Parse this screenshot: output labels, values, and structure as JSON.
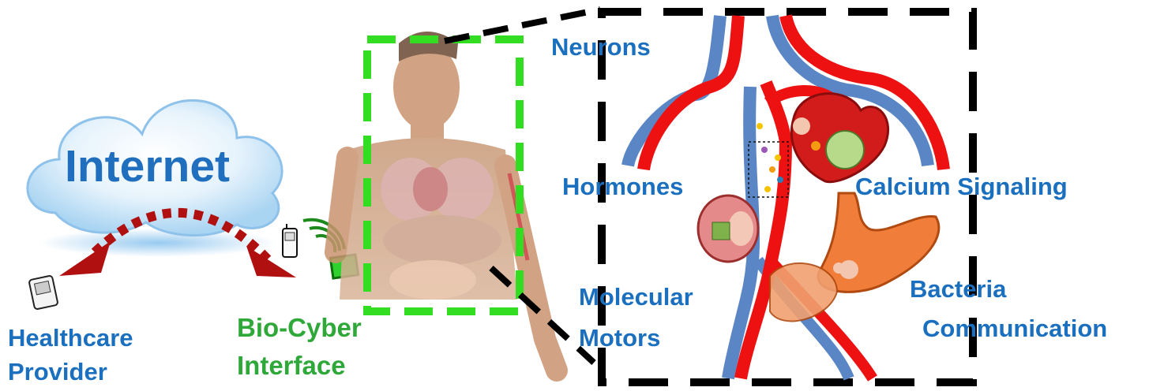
{
  "cloud": {
    "label": "Internet"
  },
  "left_labels": {
    "healthcare_line1": "Healthcare",
    "healthcare_line2": "Provider",
    "interface_line1": "Bio-Cyber",
    "interface_line2": "Interface"
  },
  "body_labels": {
    "neurons": "Neurons",
    "hormones": "Hormones",
    "calcium": "Calcium Signaling",
    "molecular_line1": "Molecular",
    "molecular_line2": "Motors",
    "bacteria_line1": "Bacteria",
    "bacteria_line2": "Communication"
  },
  "colors": {
    "label_blue": "#1a6fbf",
    "label_green": "#2fa83a",
    "cloud_text": "#1f6fbe",
    "arrow_red": "#b01010",
    "artery_red": "#ee1111",
    "vein_blue": "#5b86c6",
    "dash_green": "#33dd22",
    "dash_black": "#000000"
  }
}
